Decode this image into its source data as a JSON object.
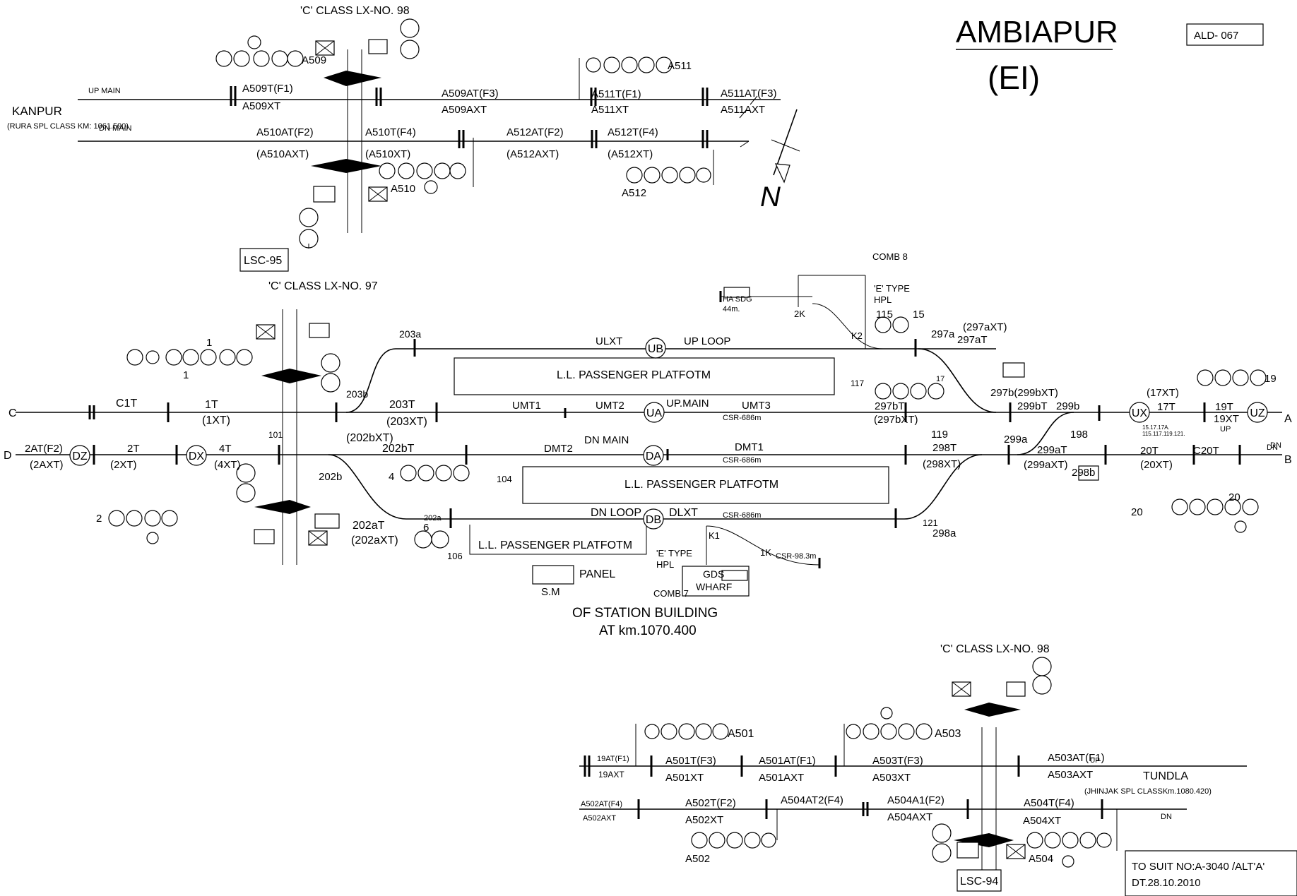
{
  "title": "AMBIAPUR",
  "subtitle": "(EI)",
  "drawing_no": "ALD- 067",
  "suit_note": [
    "TO SUIT NO:A-3040 /ALT'A'",
    "DT.28.10.2010"
  ],
  "north": "N",
  "ends": {
    "kanpur": "KANPUR",
    "kanpur_km": "(RURA SPL CLASS KM: 1061.590)",
    "tundla": "TUNDLA",
    "tundla_km": "(JHINJAK SPL CLASSKm.1080.420)"
  },
  "crossings": {
    "lx98_top": "'C' CLASS LX-NO. 98",
    "lx97": "'C' CLASS LX-NO. 97",
    "lx98_bottom": "'C' CLASS LX-NO. 98",
    "lsc95": "LSC-95",
    "lsc94": "LSC-94"
  },
  "station": {
    "centre": "OF STATION BUILDING",
    "km": "AT km.1070.400",
    "panel": "PANEL",
    "sm": "S.M",
    "gds1": "GDS",
    "gds2": "WHARF",
    "platform": "L.L. PASSENGER PLATFOTM"
  },
  "markers": {
    "C": "C",
    "D": "D",
    "A": "A",
    "B": "B",
    "UB": "UB",
    "UA": "UA",
    "DA": "DA",
    "DB": "DB",
    "DZ": "DZ",
    "DX": "DX",
    "UX": "UX",
    "UZ": "UZ"
  },
  "labels": [
    {
      "t": "UP MAIN"
    },
    {
      "t": "DN MAIN"
    },
    {
      "t": "A509T(F1)"
    },
    {
      "t": "A509XT"
    },
    {
      "t": "A509AT(F3)"
    },
    {
      "t": "A509AXT"
    },
    {
      "t": "A511T(F1)"
    },
    {
      "t": "A511XT"
    },
    {
      "t": "A511AT(F3)"
    },
    {
      "t": "A511AXT"
    },
    {
      "t": "A510AT(F2)"
    },
    {
      "t": "(A510AXT)"
    },
    {
      "t": "A510T(F4)"
    },
    {
      "t": "(A510XT)"
    },
    {
      "t": "A512AT(F2)"
    },
    {
      "t": "(A512AXT)"
    },
    {
      "t": "A512T(F4)"
    },
    {
      "t": "(A512XT)"
    },
    {
      "t": "A509"
    },
    {
      "t": "A510"
    },
    {
      "t": "A511"
    },
    {
      "t": "A512"
    },
    {
      "t": "COMB 8"
    },
    {
      "t": "'E' TYPE"
    },
    {
      "t": "HPL"
    },
    {
      "t": "HA SDG"
    },
    {
      "t": "44m."
    },
    {
      "t": "2K"
    },
    {
      "t": "K2"
    },
    {
      "t": "115"
    },
    {
      "t": "15"
    },
    {
      "t": "297a"
    },
    {
      "t": "(297aXT)"
    },
    {
      "t": "297aT"
    },
    {
      "t": "203a"
    },
    {
      "t": "ULXT"
    },
    {
      "t": "UP LOOP"
    },
    {
      "t": "203b"
    },
    {
      "t": "C1T"
    },
    {
      "t": "1T"
    },
    {
      "t": "(1XT)"
    },
    {
      "t": "1"
    },
    {
      "t": "1"
    },
    {
      "t": "203T"
    },
    {
      "t": "(203XT)"
    },
    {
      "t": "(202bXT)"
    },
    {
      "t": "202bT"
    },
    {
      "t": "UMT1"
    },
    {
      "t": "UMT2"
    },
    {
      "t": "UP.MAIN"
    },
    {
      "t": "UMT3"
    },
    {
      "t": "CSR-686m"
    },
    {
      "t": "117"
    },
    {
      "t": "17"
    },
    {
      "t": "297bT"
    },
    {
      "t": "(297bXT)"
    },
    {
      "t": "297b(299bXT)"
    },
    {
      "t": "299bT"
    },
    {
      "t": "299b"
    },
    {
      "t": "(17XT)"
    },
    {
      "t": "17T"
    },
    {
      "t": "19T"
    },
    {
      "t": "19XT"
    },
    {
      "t": "19"
    },
    {
      "t": "UP"
    },
    {
      "t": "DN"
    },
    {
      "t": "15.17.17A."
    },
    {
      "t": "115.117.119.121."
    },
    {
      "t": "198"
    },
    {
      "t": "119"
    },
    {
      "t": "2AT(F2)"
    },
    {
      "t": "(2AXT)"
    },
    {
      "t": "2T"
    },
    {
      "t": "(2XT)"
    },
    {
      "t": "4T"
    },
    {
      "t": "(4XT)"
    },
    {
      "t": "101"
    },
    {
      "t": "DN MAIN"
    },
    {
      "t": "DMT2"
    },
    {
      "t": "DMT1"
    },
    {
      "t": "CSR-686m"
    },
    {
      "t": "298T"
    },
    {
      "t": "(298XT)"
    },
    {
      "t": "299a"
    },
    {
      "t": "299aT"
    },
    {
      "t": "(299aXT)"
    },
    {
      "t": "298b"
    },
    {
      "t": "20T"
    },
    {
      "t": "(20XT)"
    },
    {
      "t": "C20T"
    },
    {
      "t": "DN"
    },
    {
      "t": "20"
    },
    {
      "t": "20"
    },
    {
      "t": "202b"
    },
    {
      "t": "4"
    },
    {
      "t": "104"
    },
    {
      "t": "2"
    },
    {
      "t": "202aT"
    },
    {
      "t": "(202aXT)"
    },
    {
      "t": "202a"
    },
    {
      "t": "6"
    },
    {
      "t": "106"
    },
    {
      "t": "DN LOOP"
    },
    {
      "t": "DLXT"
    },
    {
      "t": "CSR-686m"
    },
    {
      "t": "121"
    },
    {
      "t": "298a"
    },
    {
      "t": "K1"
    },
    {
      "t": "1K"
    },
    {
      "t": "CSR-98.3m"
    },
    {
      "t": "'E' TYPE"
    },
    {
      "t": "HPL"
    },
    {
      "t": "COMB 7"
    },
    {
      "t": "A501"
    },
    {
      "t": "A503"
    },
    {
      "t": "19AT(F1)"
    },
    {
      "t": "19AXT"
    },
    {
      "t": "A501T(F3)"
    },
    {
      "t": "A501XT"
    },
    {
      "t": "A501AT(F1)"
    },
    {
      "t": "A501AXT"
    },
    {
      "t": "A503T(F3)"
    },
    {
      "t": "A503XT"
    },
    {
      "t": "A503AT(F1)"
    },
    {
      "t": "UP"
    },
    {
      "t": "A503AXT"
    },
    {
      "t": "A502AT(F4)"
    },
    {
      "t": "A502AXT"
    },
    {
      "t": "A502T(F2)"
    },
    {
      "t": "A502XT"
    },
    {
      "t": "A504AT2(F4)"
    },
    {
      "t": "A504A1(F2)"
    },
    {
      "t": "A504AXT"
    },
    {
      "t": "A504T(F4)"
    },
    {
      "t": "A504XT"
    },
    {
      "t": "DN"
    },
    {
      "t": "A502"
    },
    {
      "t": "A504"
    }
  ]
}
